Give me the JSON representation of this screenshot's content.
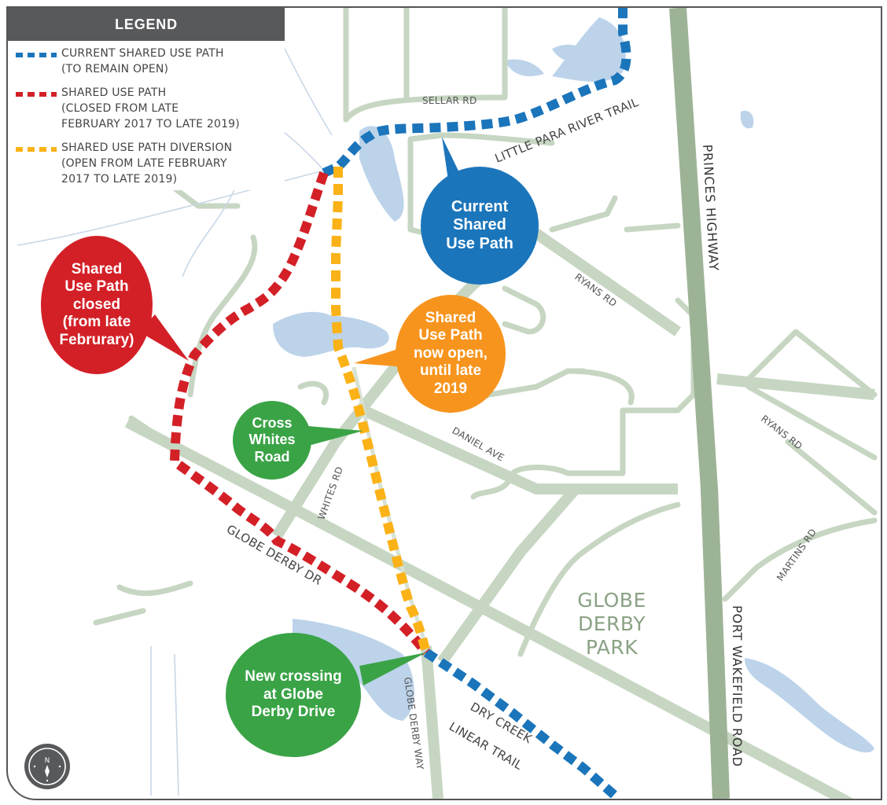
{
  "legend": {
    "title": "LEGEND",
    "items": [
      {
        "text": "CURRENT SHARED USE PATH\n(TO REMAIN OPEN)",
        "color": "#1b75bb"
      },
      {
        "text": "SHARED USE PATH\n(CLOSED FROM LATE\nFEBRUARY 2017 TO LATE 2019)",
        "color": "#d32027"
      },
      {
        "text": "SHARED USE PATH DIVERSION\n(OPEN FROM LATE FEBRUARY\n2017 TO LATE 2019)",
        "color": "#fbb217"
      }
    ]
  },
  "callouts": {
    "current": "Current\nShared\nUse Path",
    "closed": "Shared\nUse Path\nclosed\n(from late\nFebrurary)",
    "open": "Shared\nUse Path\nnow open,\nuntil late\n2019",
    "cross_whites": "Cross\nWhites\nRoad",
    "new_crossing": "New crossing\nat Globe\nDerby Drive"
  },
  "labels": {
    "sellar_rd": "SELLAR RD",
    "little_para": "LITTLE PARA RIVER TRAIL",
    "princes_hwy": "PRINCES HIGHWAY",
    "ryans_rd_1": "RYANS RD",
    "ryans_rd_2": "RYANS RD",
    "daniel_ave": "DANIEL AVE",
    "whites_rd": "WHITES RD",
    "globe_derby_dr": "GLOBE DERBY DR",
    "globe_derby_way": "GLOBE DERBY WAY",
    "dry_creek_1": "DRY CREEK",
    "dry_creek_2": "LINEAR TRAIL",
    "martins_rd": "MARTINS RD",
    "port_wakefield": "PORT WAKEFIELD ROAD",
    "park_1": "GLOBE",
    "park_2": "DERBY",
    "park_3": "PARK"
  },
  "compass": {
    "north": "N"
  },
  "colors": {
    "blue_path": "#1b75bb",
    "red_path": "#d32027",
    "yellow_path": "#fbb217",
    "green_callout": "#3aa346",
    "orange_callout": "#f7941d",
    "water": "#bcd3ea",
    "road": "#c6d6c2",
    "highway": "#9db396"
  }
}
